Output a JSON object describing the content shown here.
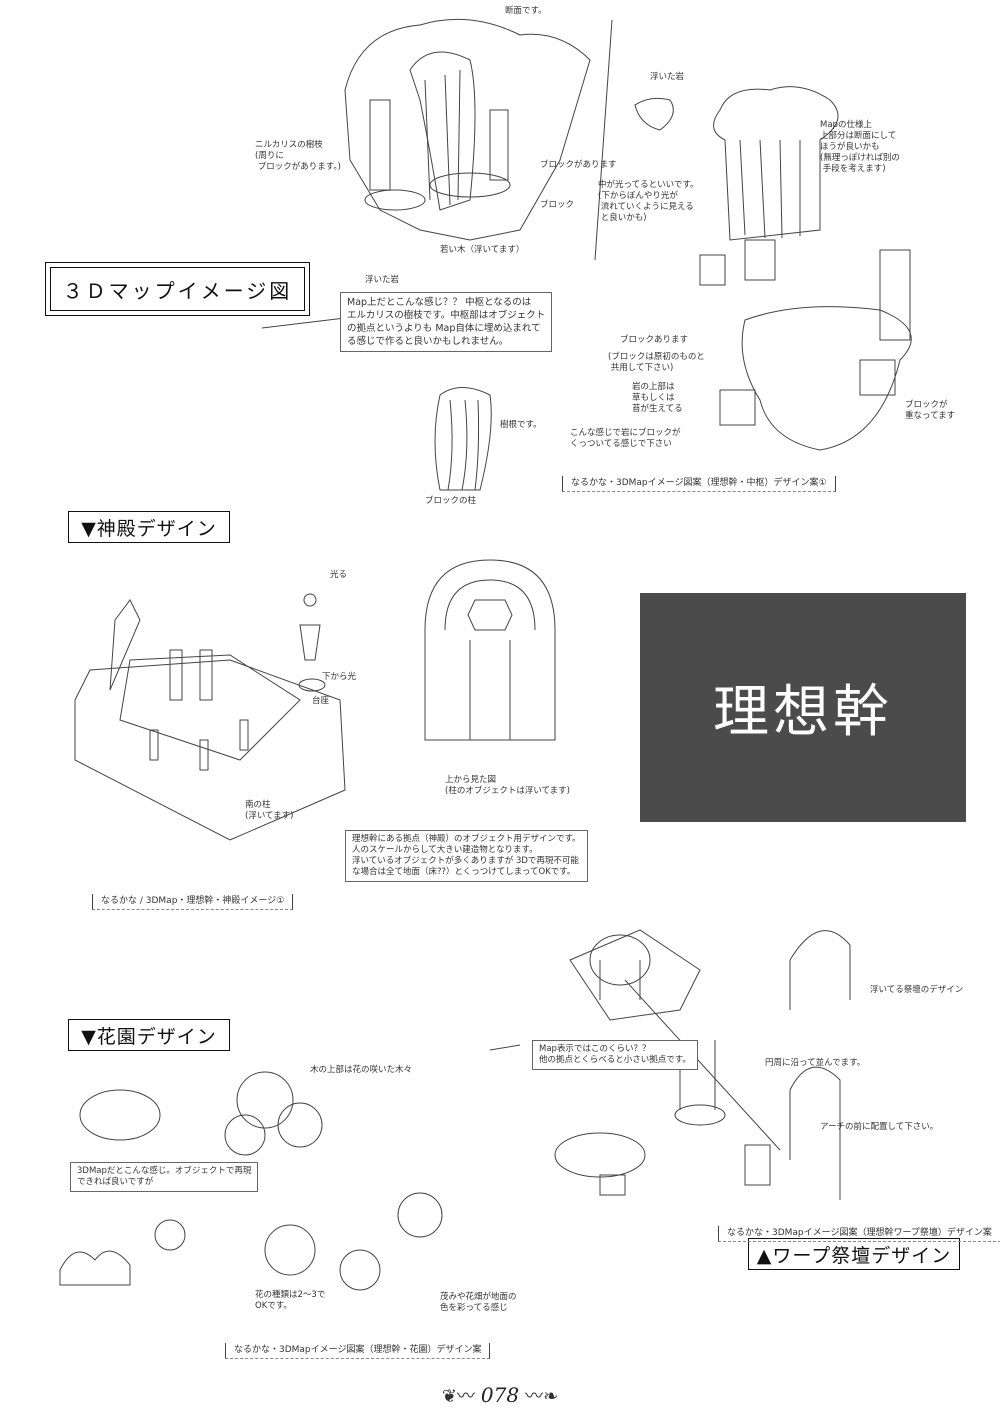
{
  "headers": {
    "map3d": "３Ｄマップイメージ図",
    "temple": "▼神殿デザイン",
    "garden": "▼花園デザイン",
    "warp": "▲ワープ祭壇デザイン"
  },
  "title_box": "理想幹",
  "page_number": "078",
  "notes": {
    "cross_section": "断面です。",
    "elkalis_branch": "ニルカリスの樹枝\n(周りに\n ブロックがあります。)",
    "block_exists": "ブロックがあります",
    "block": "ブロック",
    "young_tree": "若い木（浮いてます）",
    "floating_rock_top": "浮いた岩",
    "map_spec": "Mapの仕様上\n上部分は断面にして\nほうが良いかも\n(無理っぽければ別の\n 手段を考えます)",
    "glow_inside": "中が光ってるといいです。\n(下からぼんやり光が\n 流れていくように見える\n と良いかも)",
    "floating_rock": "浮いた岩",
    "map_main": "Map上だとこんな感じ？？ 中枢となるのは\nエルカリスの樹枝です。中枢部はオブジェクト\nの拠点というよりも Map自体に埋め込まれて\nる感じで作ると良いかもしれません。",
    "block_here": "ブロックあります",
    "block_shared": "(ブロックは原初のものと\n 共用して下さい)",
    "rock_top": "岩の上部は\n草もしくは\n苔が生えてる",
    "block_stack": "ブロックが\n重なってます",
    "tree_root": "樹根です。",
    "rock_block": "こんな感じで岩にブロックが\nくっついてる感じで下さい",
    "block_pillar": "ブロックの柱",
    "temple_light": "光る",
    "temple_under": "下から光",
    "temple_base": "台座",
    "temple_top_view": "上から見た図\n(柱のオブジェクトは浮いてます)",
    "temple_south": "南の柱\n(浮いてます)",
    "temple_desc": "理想幹にある拠点（神殿）のオブジェクト用デザインです。\n人のスケールからして大きい建造物となります。\n浮いているオブジェクトが多くありますが 3Dで再現不可能\nな場合は全て地面（床??）とくっつけてしまってOKです。",
    "garden_trees": "木の上部は花の咲いた木々",
    "garden_desc": "3DMapだとこんな感じ。オブジェクトで再現\nできれば良いですが",
    "garden_flower": "花の種類は2〜3で\nOKです。",
    "garden_bushes": "茂みや花畑が地面の\n色を彩ってる感じ",
    "warp_map": "Map表示ではこのくらい？？\n他の拠点とくらべると小さい拠点です。",
    "warp_float": "浮いてる祭壇のデザイン",
    "warp_circle": "円周に沿って並んでます。",
    "warp_arch": "アーチの前に配置して下さい。"
  },
  "captions": {
    "map3d": "なるかな・3DMapイメージ図案（理想幹・中枢）デザイン案①",
    "temple": "なるかな / 3DMap・理想幹・神殿イメージ①",
    "garden": "なるかな・3DMapイメージ図案（理想幹・花園）デザイン案",
    "warp": "なるかな・3DMapイメージ図案（理想幹ワープ祭壇）デザイン案"
  }
}
